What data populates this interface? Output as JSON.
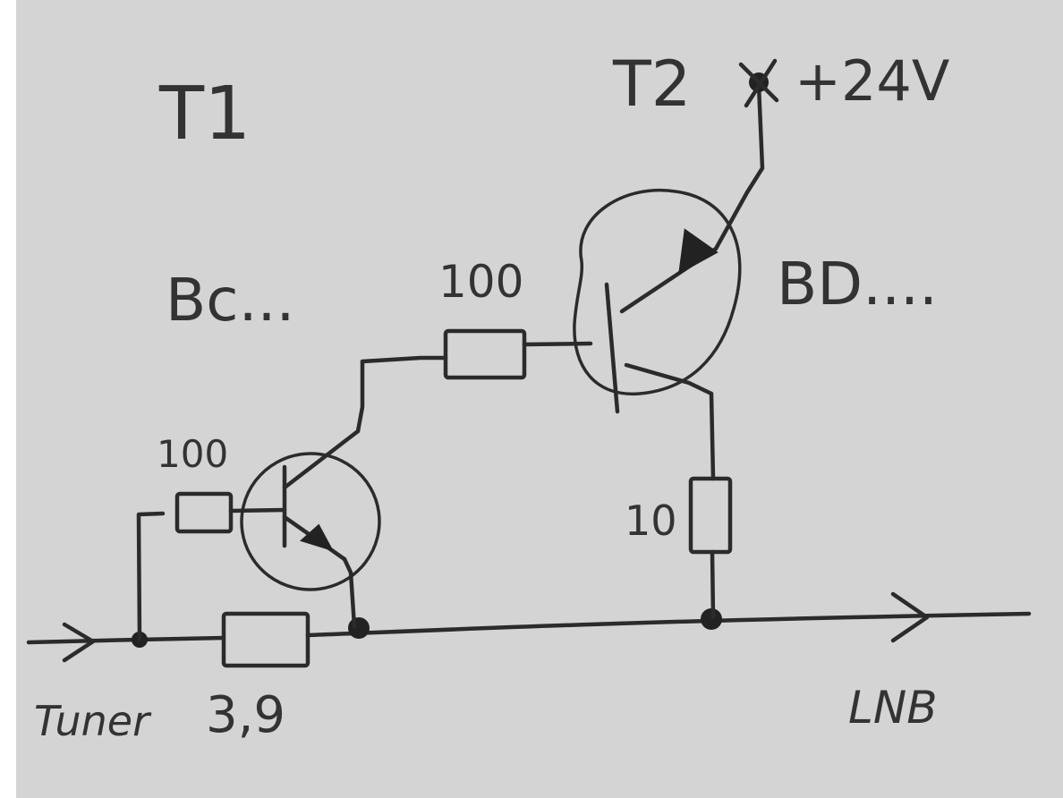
{
  "labels": {
    "t1": "T1",
    "t2": "T2",
    "supply": "+24V",
    "t1_type": "Bc...",
    "t2_type": "BD....",
    "r_base_t2": "100",
    "r_base_t1": "100",
    "r_emitter_t2": "10",
    "r_series": "3,9",
    "input": "Tuner",
    "output": "LNB"
  }
}
